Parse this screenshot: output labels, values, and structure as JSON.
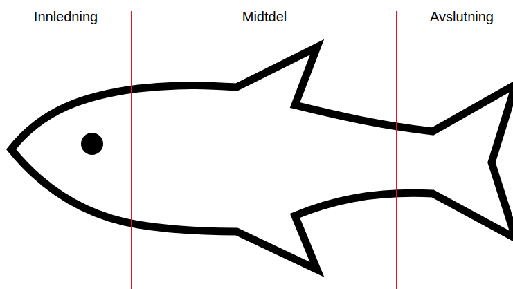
{
  "diagram": {
    "labels": [
      "Innledning",
      "Midtdel",
      "Avslutning"
    ]
  }
}
